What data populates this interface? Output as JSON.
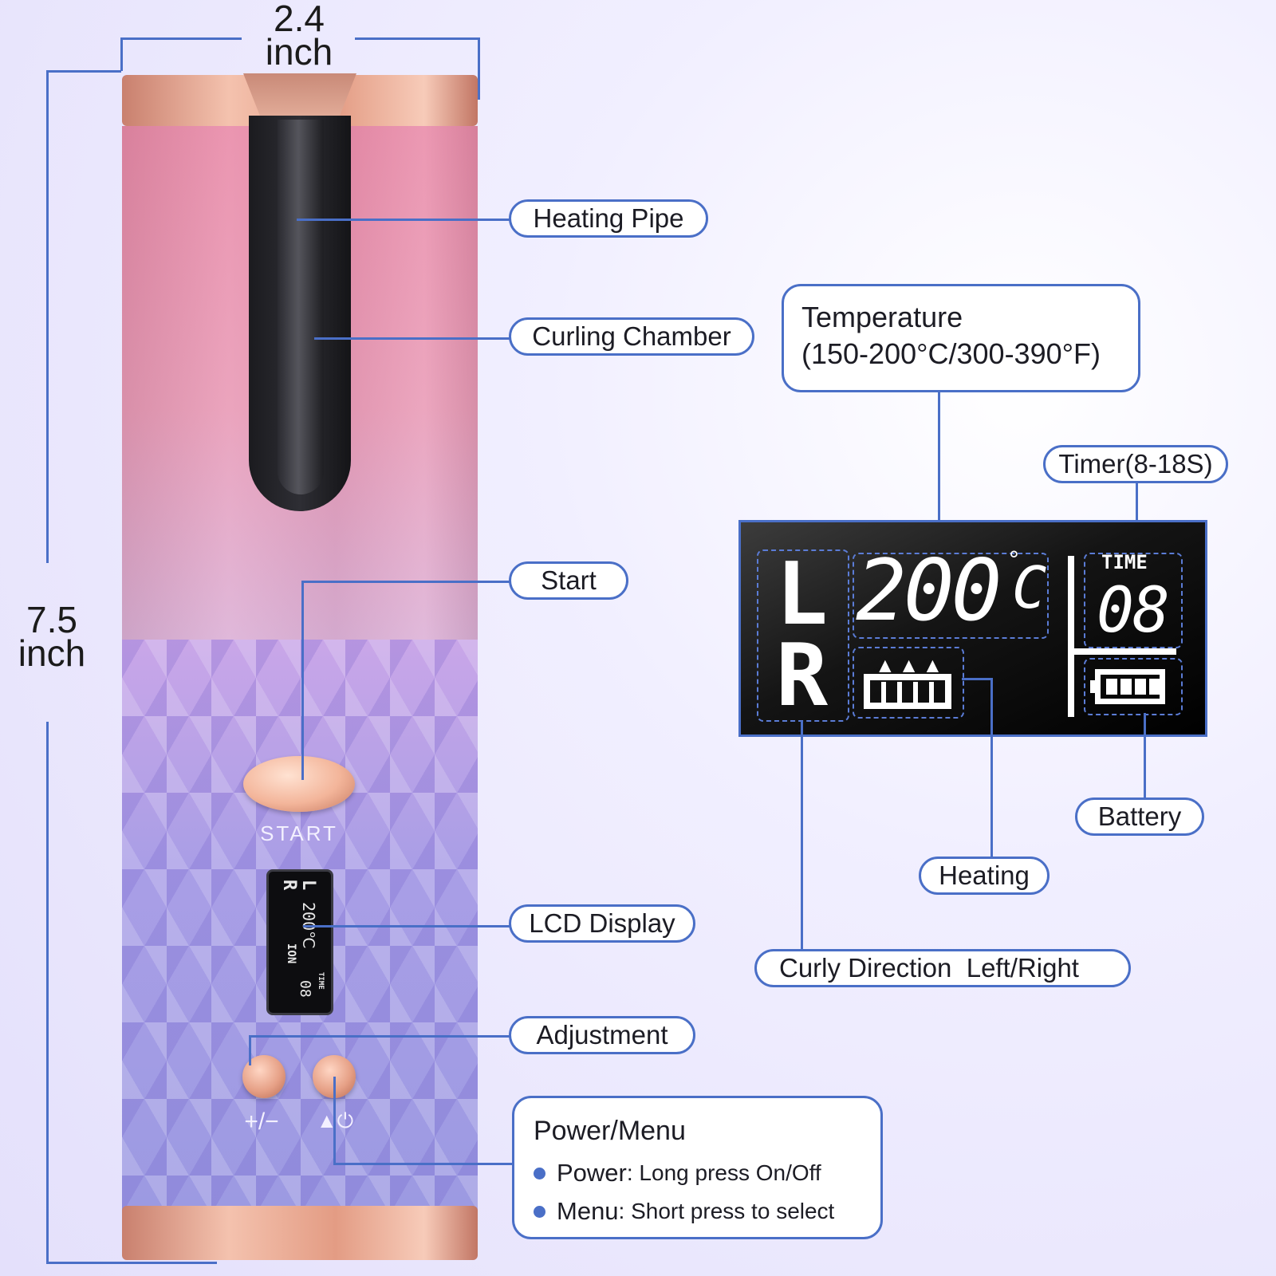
{
  "dimensions": {
    "width_value": "2.4",
    "width_unit": "inch",
    "height_value": "7.5",
    "height_unit": "inch"
  },
  "device": {
    "start_label": "START",
    "plus_minus_symbol": "+/−",
    "power_menu_symbol": "▲⏻",
    "body_colors": {
      "top": "#e98aa8",
      "bottom": "#a99ee6",
      "trim": "#f4c2ae"
    }
  },
  "mini_lcd": {
    "direction_left": "L",
    "direction_right": "R",
    "temperature": "200℃",
    "ion": "ION",
    "time_label": "TIME",
    "time_value": "08"
  },
  "callouts": {
    "heating_pipe": "Heating Pipe",
    "curling_chamber": "Curling Chamber",
    "start": "Start",
    "lcd_display": "LCD Display",
    "adjustment": "Adjustment",
    "temperature_title": "Temperature",
    "temperature_range": "(150-200°C/300-390°F)",
    "timer": "Timer(8-18S)",
    "battery": "Battery",
    "heating": "Heating",
    "curly_direction": "Curly Direction  Left/Right",
    "power_menu_title": "Power/Menu",
    "power_label": "Power",
    "power_desc": ": Long press On/Off",
    "menu_label": "Menu",
    "menu_desc": ": Short press to select"
  },
  "lcd": {
    "direction_left": "L",
    "direction_right": "R",
    "temperature": "200",
    "degree_symbol": "°",
    "temperature_unit": "C",
    "time_label": "TIME",
    "time_value": "08"
  },
  "colors": {
    "accent": "#4a6fc7",
    "lcd_background": "#000000",
    "segment": "#ffffff"
  }
}
